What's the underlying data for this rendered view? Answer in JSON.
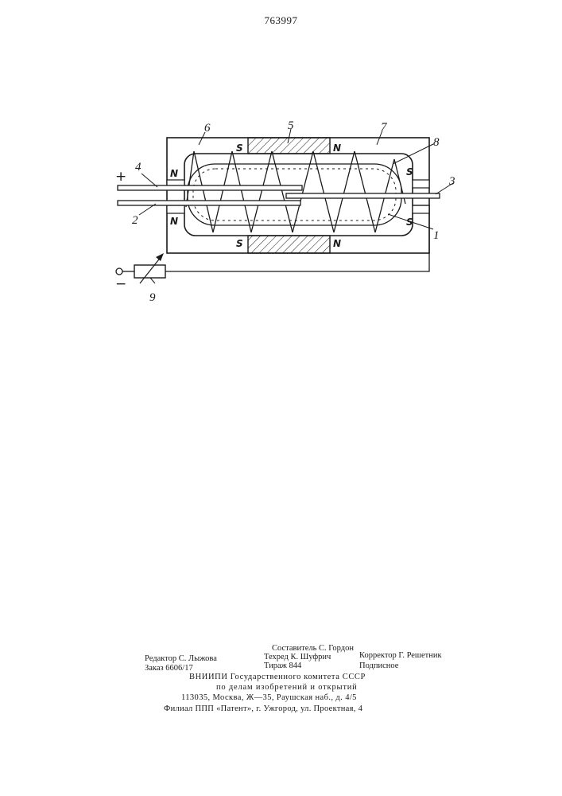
{
  "header": {
    "patent_number": "763997"
  },
  "drawing": {
    "labels": [
      "4",
      "2",
      "6",
      "5",
      "7",
      "8",
      "3",
      "1",
      "9"
    ],
    "poles": {
      "north": "N",
      "south": "S"
    },
    "terminals": {
      "plus": "+",
      "minus": "−"
    }
  },
  "imprint": {
    "compiler": "Составитель С. Гордон",
    "editor": "Редактор С. Лыжова",
    "techred": "Техред К. Шуфрич",
    "corrector": "Корректор Г. Решетник",
    "order": "Заказ 6606/17",
    "circulation": "Тираж 844",
    "subscription": "Подписное",
    "org_line1": "ВНИИПИ Государственного комитета СССР",
    "org_line2": "по делам изобретений и открытий",
    "org_line3": "113035, Москва, Ж—35, Раушская наб., д. 4/5",
    "branch": "Филиал ППП «Патент», г. Ужгород, ул. Проектная, 4"
  }
}
